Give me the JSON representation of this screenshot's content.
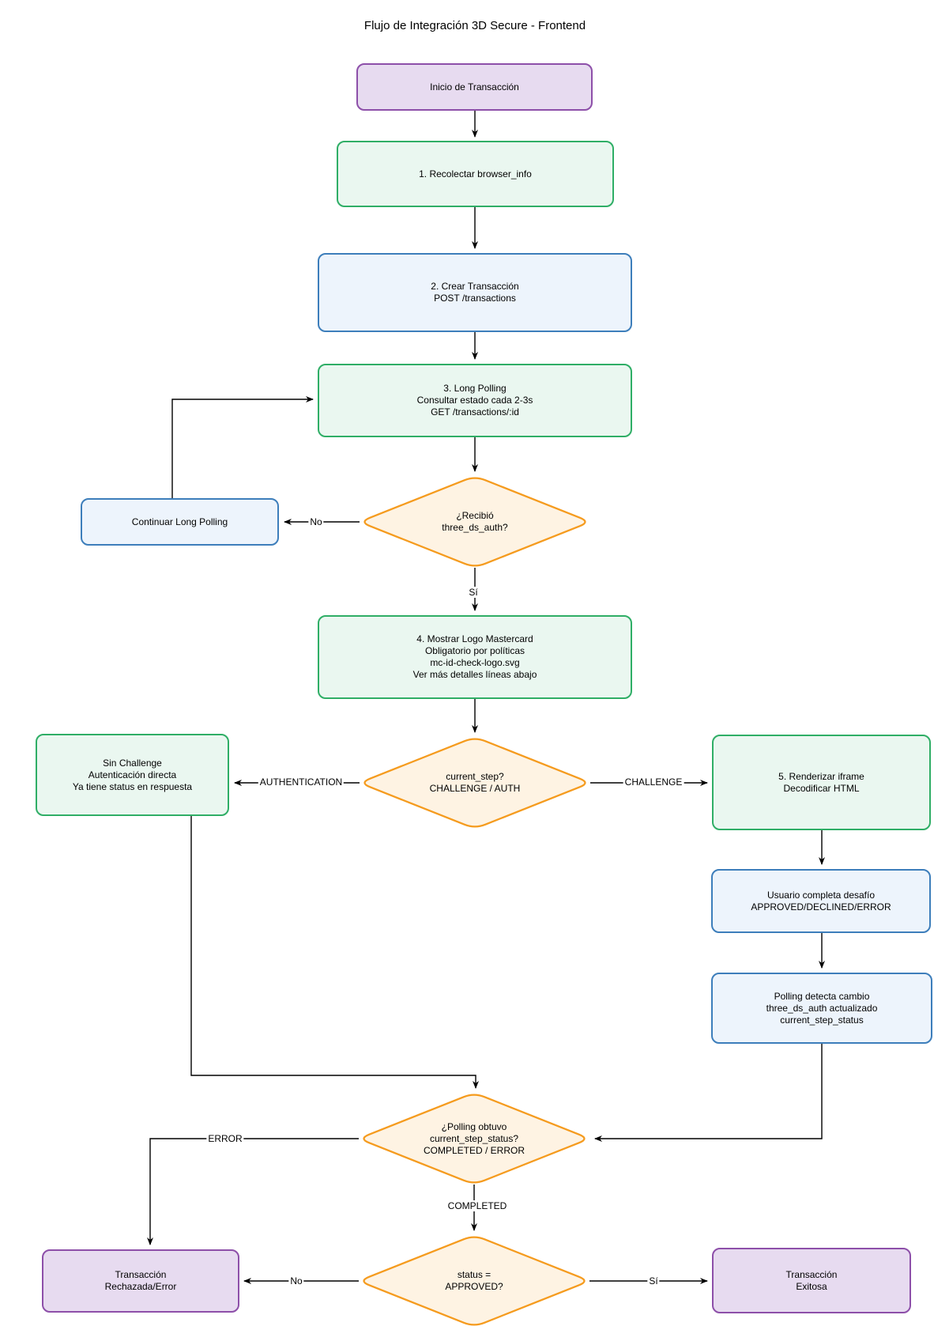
{
  "title": "Flujo de Integración 3D Secure - Frontend",
  "colors": {
    "start_end_fill": "#E7DBF0",
    "start_end_stroke": "#8D4FA9",
    "process_green_fill": "#EAF7F0",
    "process_green_stroke": "#2FAE66",
    "process_blue_fill": "#EDF4FC",
    "process_blue_stroke": "#3D7EBB",
    "decision_fill": "#FEF3E3",
    "decision_stroke": "#F59B1E",
    "connector": "#000000"
  },
  "nodes": {
    "start": {
      "lines": [
        "Inicio de Transacción"
      ]
    },
    "step1": {
      "lines": [
        "1. Recolectar browser_info"
      ]
    },
    "step2": {
      "lines": [
        "2. Crear Transacción",
        "POST /transactions"
      ]
    },
    "step3": {
      "lines": [
        "3. Long Polling",
        "Consultar estado cada 2-3s",
        "GET /transactions/:id"
      ]
    },
    "continue_polling": {
      "lines": [
        "Continuar Long Polling"
      ]
    },
    "step4": {
      "lines": [
        "4. Mostrar Logo Mastercard",
        "Obligatorio por políticas",
        "mc-id-check-logo.svg",
        "Ver más detalles líneas abajo"
      ]
    },
    "sin_challenge": {
      "lines": [
        "Sin Challenge",
        "Autenticación directa",
        "Ya tiene status en respuesta"
      ]
    },
    "step5": {
      "lines": [
        "5. Renderizar iframe",
        "Decodificar HTML"
      ]
    },
    "user_completes": {
      "lines": [
        "Usuario completa desafío",
        "APPROVED/DECLINED/ERROR"
      ]
    },
    "polling_detects": {
      "lines": [
        "Polling detecta cambio",
        "three_ds_auth actualizado",
        "current_step_status"
      ]
    },
    "rejected": {
      "lines": [
        "Transacción",
        "Rechazada/Error"
      ]
    },
    "success": {
      "lines": [
        "Transacción",
        "Exitosa"
      ]
    },
    "d_received": {
      "lines": [
        "¿Recibió",
        "three_ds_auth?"
      ]
    },
    "d_current_step": {
      "lines": [
        "current_step?",
        "CHALLENGE / AUTH"
      ]
    },
    "d_polling_status": {
      "lines": [
        "¿Polling obtuvo",
        "current_step_status?",
        "COMPLETED / ERROR"
      ]
    },
    "d_approved": {
      "lines": [
        "status =",
        "APPROVED?"
      ]
    }
  },
  "edge_labels": {
    "no_received": "No",
    "yes_received": "Sí",
    "authentication": "AUTHENTICATION",
    "challenge": "CHALLENGE",
    "error": "ERROR",
    "completed": "COMPLETED",
    "no_approved": "No",
    "yes_approved": "Sí"
  }
}
